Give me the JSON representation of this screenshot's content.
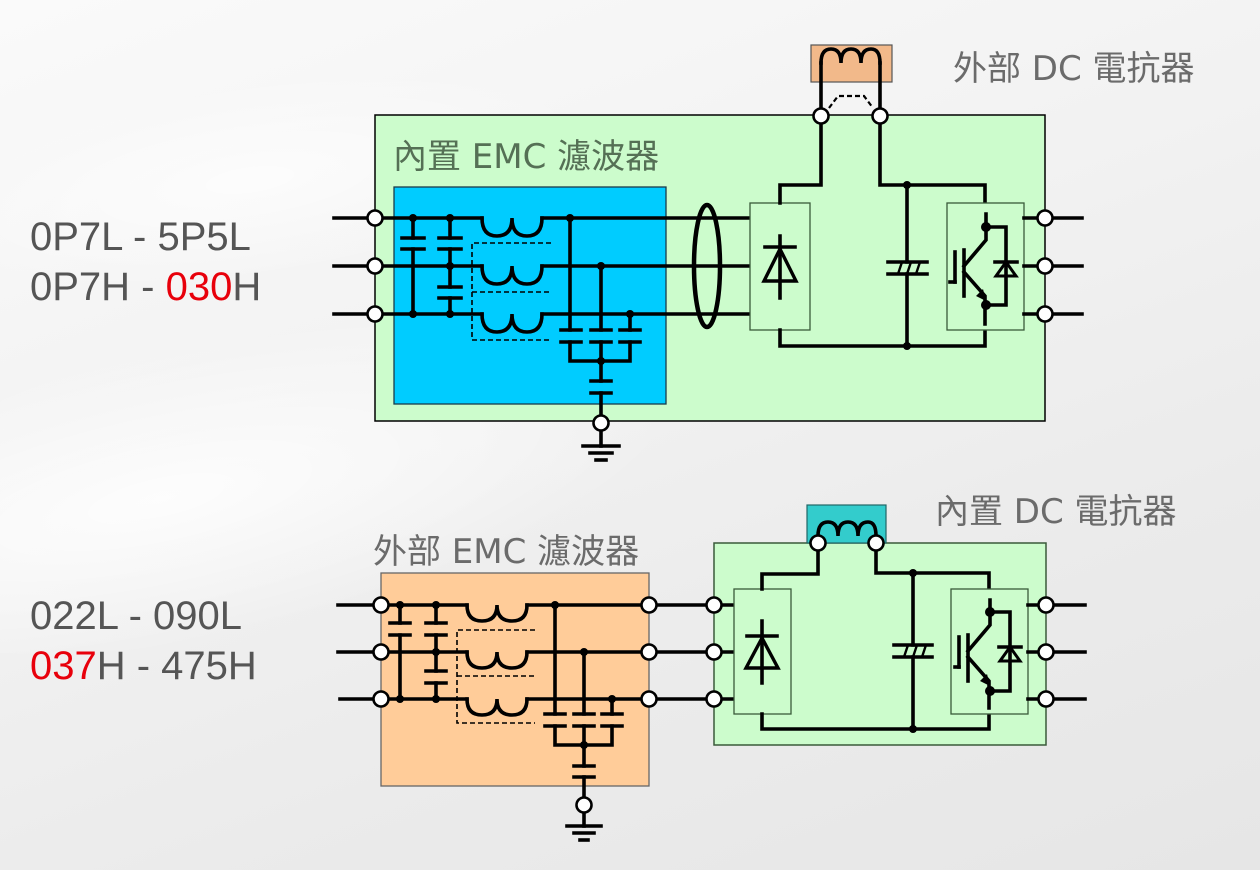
{
  "top_section": {
    "model_range_line1": "0P7L - 5P5L",
    "model_range_line2_prefix": "0P7H - ",
    "model_range_line2_highlight": "030",
    "model_range_line2_suffix": "H",
    "emc_filter_label": "內置 EMC 濾波器",
    "dc_reactor_label": "外部 DC 電抗器",
    "emc_filter_type": "internal",
    "dc_reactor_type": "external"
  },
  "bottom_section": {
    "model_range_line1": "022L - 090L",
    "model_range_line2_highlight": "037",
    "model_range_line2_suffix": "H - 475H",
    "emc_filter_label": "外部 EMC 濾波器",
    "dc_reactor_label": "內置 DC 電抗器",
    "emc_filter_type": "external",
    "dc_reactor_type": "internal"
  },
  "colors": {
    "drive_body": "#ccfccc",
    "internal_emc_filter": "#00ccff",
    "external_emc_filter": "#ffcc99",
    "external_dc_reactor": "#f2b98a",
    "internal_dc_reactor": "#33cccc",
    "highlight_red": "#e8000b",
    "label_gray": "#555555"
  },
  "components": {
    "rectifier_icon": "diode-bridge-icon",
    "dc_bus_capacitor_icon": "electrolytic-capacitor-icon",
    "inverter_icon": "igbt-with-diode-icon",
    "common_mode_choke_icon": "ferrite-ring-icon",
    "inductor_icon": "inductor-coil-icon",
    "ground_icon": "ground-icon"
  }
}
